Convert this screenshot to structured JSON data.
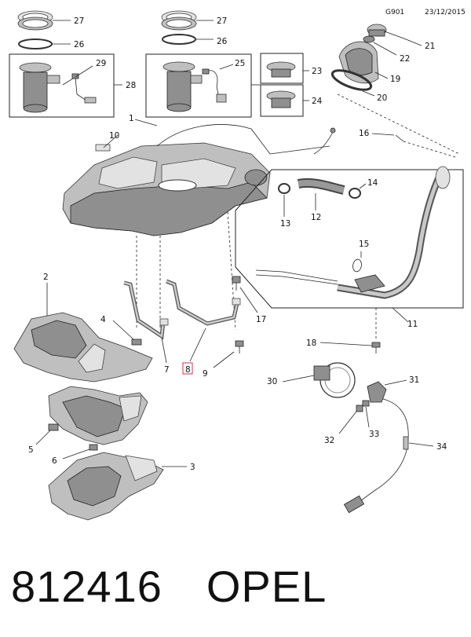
{
  "header": {
    "code": "G901",
    "date": "23/12/2015"
  },
  "footer": {
    "part_number": "812416",
    "brand": "OPEL"
  },
  "highlight_color": "#e0506a",
  "callouts": {
    "c1": "1",
    "c2": "2",
    "c3": "3",
    "c4": "4",
    "c5": "5",
    "c6": "6",
    "c7": "7",
    "c8": "8",
    "c9": "9",
    "c10": "10",
    "c11": "11",
    "c12": "12",
    "c13": "13",
    "c14": "14",
    "c15": "15",
    "c16": "16",
    "c17": "17",
    "c18": "18",
    "c19": "19",
    "c20": "20",
    "c21": "21",
    "c22": "22",
    "c23": "23",
    "c24": "24",
    "c25": "25",
    "c26": "26",
    "c27": "27",
    "c26b": "26",
    "c27b": "27",
    "c28": "28",
    "c29": "29",
    "c30": "30",
    "c31": "31",
    "c32": "32",
    "c33": "33",
    "c34": "34"
  }
}
